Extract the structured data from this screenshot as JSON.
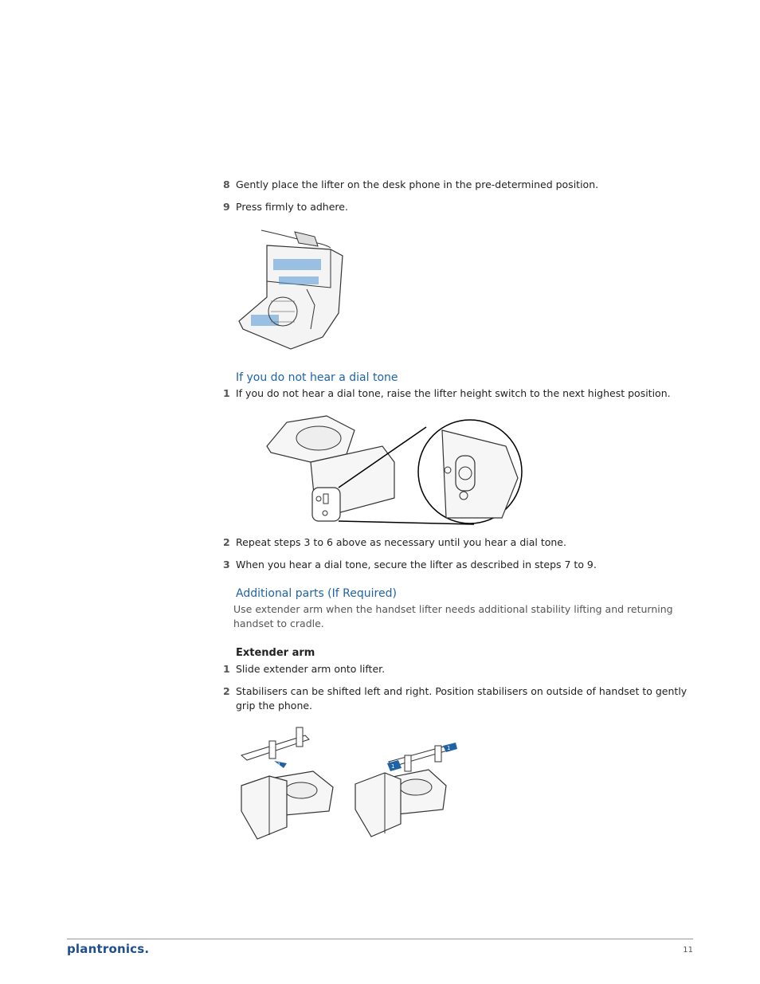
{
  "steps_a": [
    {
      "num": "8",
      "text": "Gently place the lifter on the desk phone in the pre-determined position."
    },
    {
      "num": "9",
      "text": "Press firmly to adhere."
    }
  ],
  "dial_tone": {
    "heading": "If you do not hear a dial tone",
    "steps": [
      {
        "num": "1",
        "text": "If you do not hear a dial tone, raise the lifter height switch to the next highest position."
      },
      {
        "num": "2",
        "text": "Repeat steps 3 to 6 above as necessary until you hear a dial tone."
      },
      {
        "num": "3",
        "text": "When you hear a dial tone, secure the lifter as described in steps 7 to 9."
      }
    ]
  },
  "additional": {
    "heading": "Additional parts (If Required)",
    "intro": "Use extender arm when the handset lifter needs additional stability lifting and returning handset to cradle.",
    "subheading": "Extender arm",
    "steps": [
      {
        "num": "1",
        "text": "Slide extender arm onto lifter."
      },
      {
        "num": "2",
        "text": "Stabilisers can be shifted left and right. Position stabilisers on outside of handset to gently grip the phone."
      }
    ],
    "figure_markers": [
      "1",
      "1",
      "1"
    ]
  },
  "footer": {
    "brand": "plantronics.",
    "page": "11"
  },
  "colors": {
    "accent": "#1f63a6",
    "brand": "#1f4f8c"
  }
}
